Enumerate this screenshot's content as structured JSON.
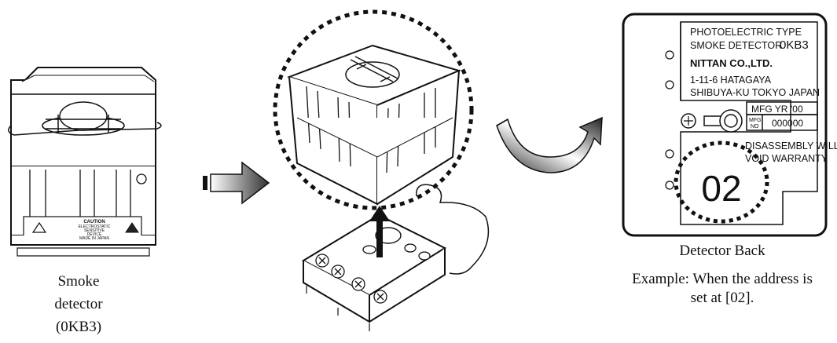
{
  "left_caption": {
    "line1": "Smoke",
    "line2": "detector",
    "line3": "(0KB3)"
  },
  "label_plate": {
    "line1": "PHOTOELECTRIC TYPE",
    "line2_a": "SMOKE DETECTOR",
    "line2_b": "0KB3",
    "line3": "NITTAN CO.,LTD.",
    "line4": "1-11-6 HATAGAYA",
    "line5": "SHIBUYA-KU TOKYO JAPAN",
    "mfg_yr_label": "MFG YR",
    "mfg_yr_value": "'00",
    "mfg_no_label_1": "MFG",
    "mfg_no_label_2": "NO",
    "mfg_no_value": "000000",
    "warning1": "DISASSEMBLY WILL",
    "warning2": "VOID WARRANTY",
    "address": "02"
  },
  "device_label": {
    "line1": "CAUTION",
    "line2": "ELECTROSTATIC",
    "line3": "SENSITIVE",
    "line4": "DEVICE",
    "line5": "MADE IN JAPAN"
  },
  "right_caption": {
    "title": "Detector Back",
    "example_line1": "Example: When the address is",
    "example_line2": "set at [02]."
  },
  "colors": {
    "line": "#111111",
    "arrow_grad_start": "#ffffff",
    "arrow_grad_end": "#333333"
  }
}
